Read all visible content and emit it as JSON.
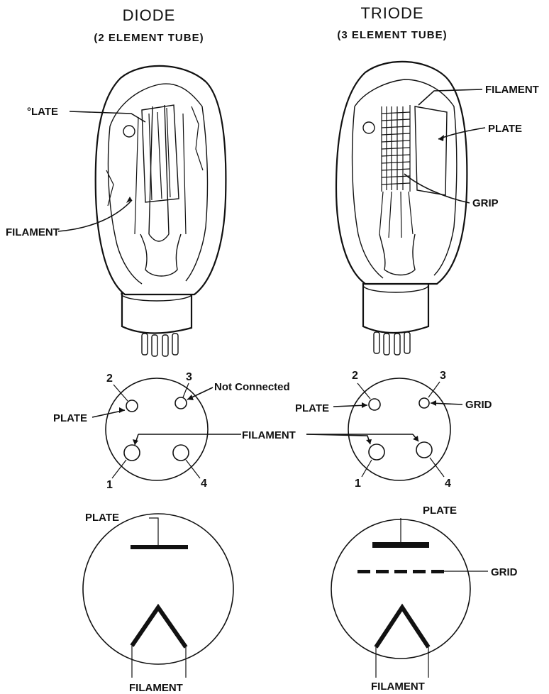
{
  "diode": {
    "title": "DIODE",
    "subtitle": "(2 ELEMENT TUBE)",
    "labels": {
      "plate": "°LATE",
      "filament": "FILAMENT"
    },
    "socket": {
      "pins": [
        "1",
        "2",
        "3",
        "4"
      ],
      "plate": "PLATE",
      "not_connected": "Not Connected"
    },
    "symbol": {
      "plate": "PLATE",
      "filament": "FILAMENT"
    }
  },
  "triode": {
    "title": "TRIODE",
    "subtitle": "(3 ELEMENT TUBE)",
    "labels": {
      "filament": "FILAMENT",
      "plate": "PLATE",
      "grid": "GRIP"
    },
    "socket": {
      "pins": [
        "1",
        "2",
        "3",
        "4"
      ],
      "plate": "PLATE",
      "grid": "GRID"
    },
    "symbol": {
      "plate": "PLATE",
      "grid": "GRID",
      "filament": "FILAMENT"
    }
  },
  "shared": {
    "filament_socket_label": "FILAMENT"
  }
}
